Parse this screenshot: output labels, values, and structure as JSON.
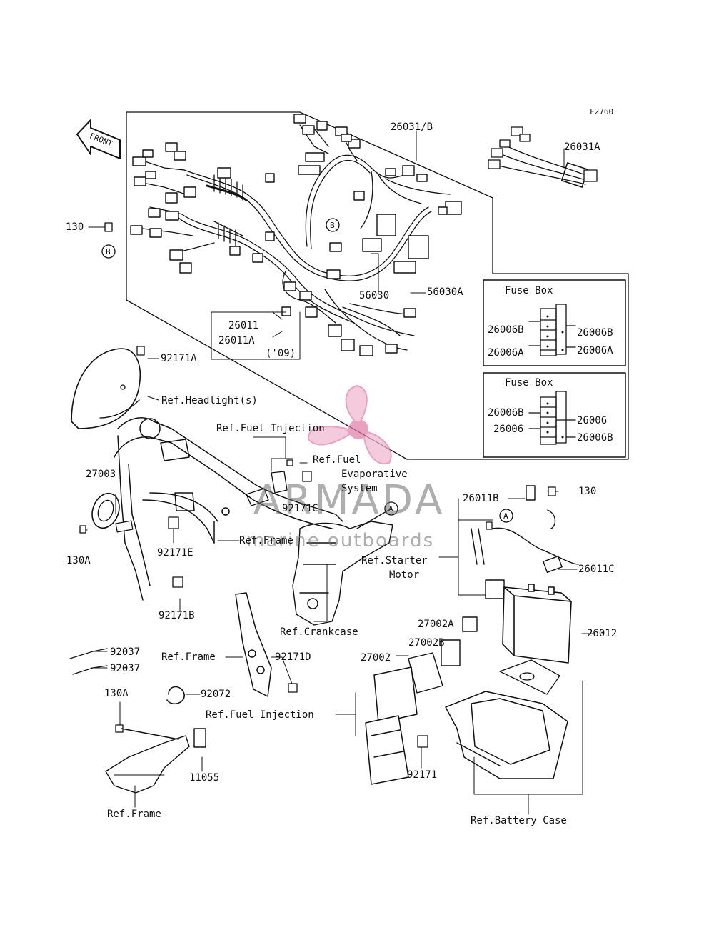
{
  "figure_id": "F2760",
  "front_arrow": "FRONT",
  "circle_markers": {
    "a": "A",
    "b": "B"
  },
  "watermark": {
    "brand": "ARMADA",
    "tagline": "marine outboards",
    "accent_color": "#e07aa8"
  },
  "colors": {
    "line": "#111111",
    "background": "#ffffff"
  },
  "fuse_boxes": [
    {
      "title": "Fuse Box",
      "left_labels": [
        "26006B",
        "26006A"
      ],
      "right_labels": [
        "26006B",
        "26006A"
      ]
    },
    {
      "title": "Fuse Box",
      "left_labels": [
        "26006B",
        "26006"
      ],
      "right_labels": [
        "26006",
        "26006B"
      ]
    }
  ],
  "labels": {
    "l26031b": "26031/B",
    "l26031a": "26031A",
    "l130_top": "130",
    "l56030": "56030",
    "l56030a": "56030A",
    "l26011": "26011",
    "l26011a": "26011A",
    "l09": "('09)",
    "l92171a": "92171A",
    "headlight": "Ref.Headlight(s)",
    "fuel_inj_top": "Ref.Fuel Injection",
    "fuel_evap_1": "Ref.Fuel",
    "fuel_evap_2": "Evaporative",
    "fuel_evap_3": "System",
    "l27003": "27003",
    "l92171c": "92171C",
    "l26011b": "26011B",
    "l130_right": "130",
    "l130a_left": "130A",
    "l92171e": "92171E",
    "ref_frame_mid": "Ref.Frame",
    "starter_1": "Ref.Starter",
    "starter_2": "Motor",
    "l26011c": "26011C",
    "l92171b": "92171B",
    "crankcase": "Ref.Crankcase",
    "l26012": "26012",
    "l27002a": "27002A",
    "l27002b": "27002B",
    "l27002": "27002",
    "l92037_1": "92037",
    "l92037_2": "92037",
    "ref_frame_low": "Ref.Frame",
    "l92171d": "92171D",
    "l130a_low": "130A",
    "l92072": "92072",
    "fuel_inj_low": "Ref.Fuel Injection",
    "l92171": "92171",
    "l11055": "11055",
    "ref_frame_bottom": "Ref.Frame",
    "battery_case": "Ref.Battery Case"
  }
}
